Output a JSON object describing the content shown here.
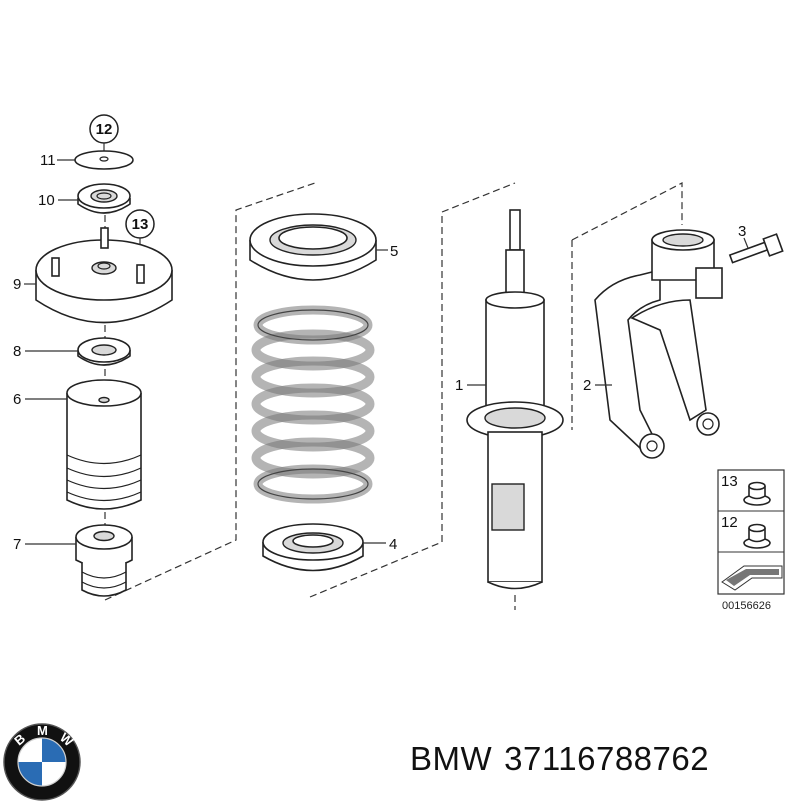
{
  "diagram": {
    "callouts": {
      "c1": "1",
      "c2": "2",
      "c3": "3",
      "c4": "4",
      "c5": "5",
      "c6": "6",
      "c7": "7",
      "c8": "8",
      "c9": "9",
      "c10": "10",
      "c11": "11",
      "c12": "12",
      "c13": "13"
    },
    "legend": {
      "item_13": "13",
      "item_12": "12",
      "reference_code": "00156626"
    }
  },
  "caption": {
    "brand": "BMW",
    "part_number": "37116788762"
  },
  "logo": {
    "letters": [
      "B",
      "M",
      "W"
    ],
    "colors": {
      "ring": "#111111",
      "blue": "#2a6cb4",
      "white": "#ffffff"
    }
  }
}
